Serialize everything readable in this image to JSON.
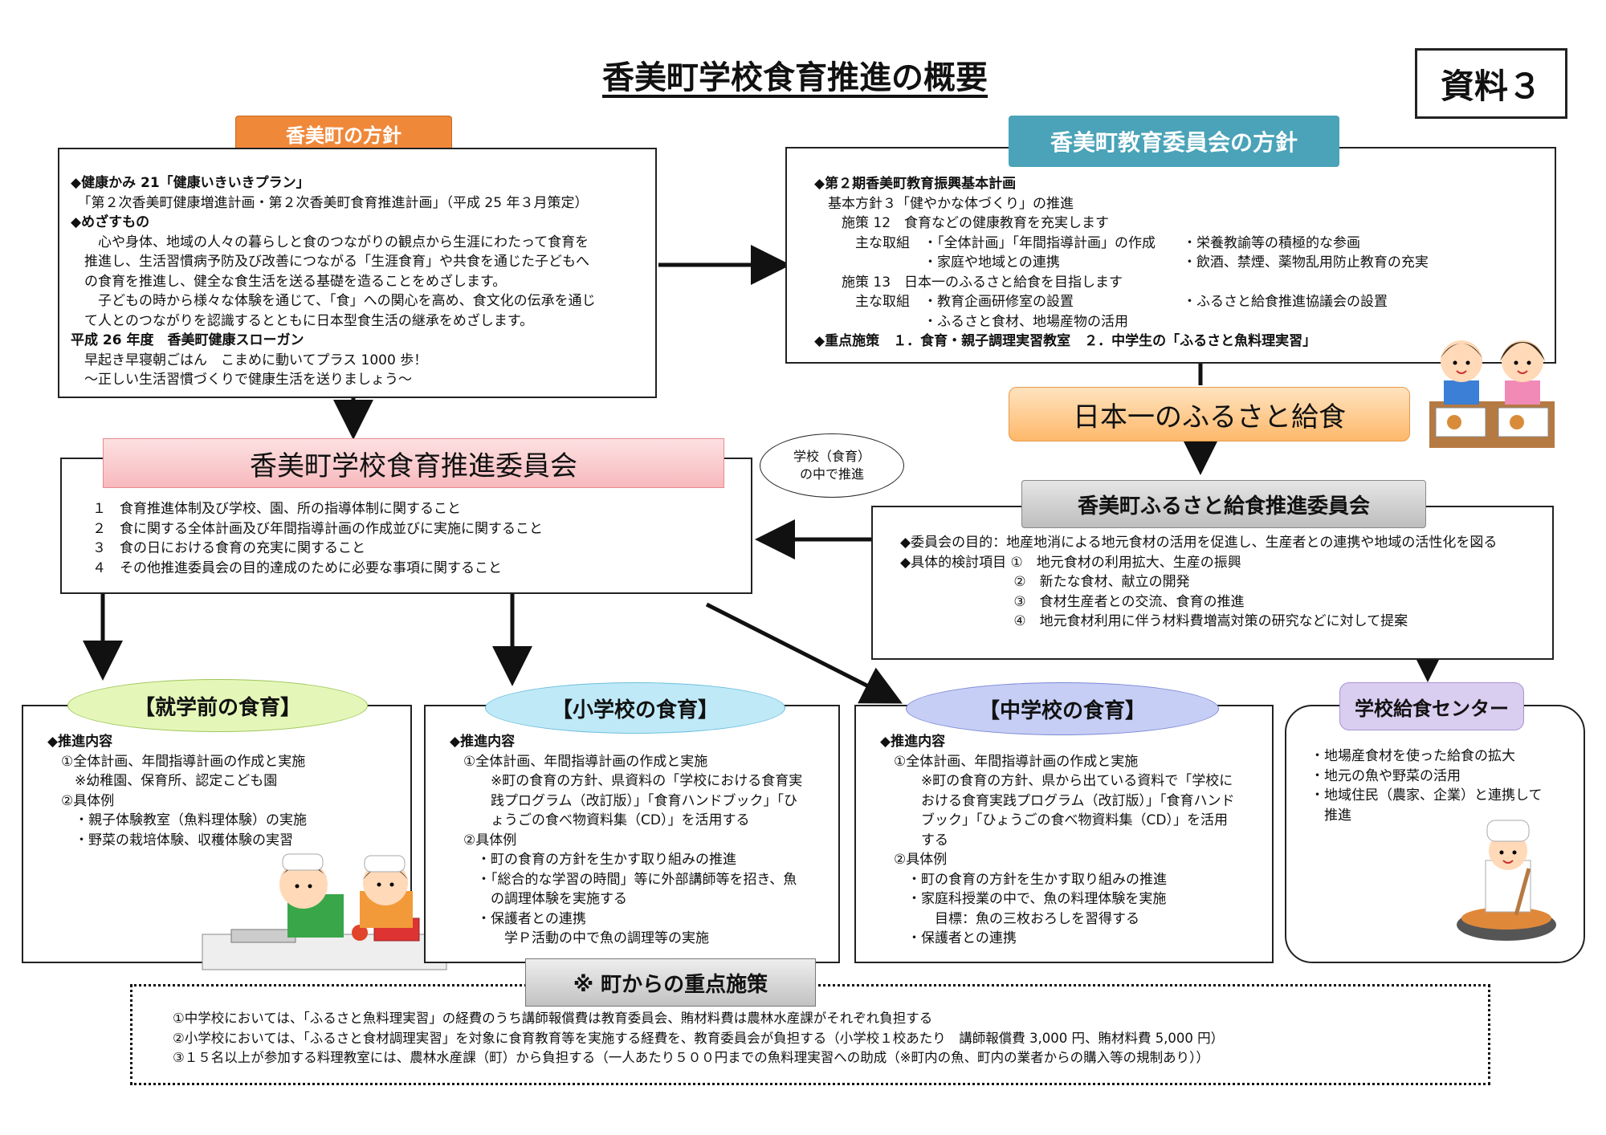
{
  "title": "香美町学校食育推進の概要",
  "doc_label": "資料３",
  "town_policy": {
    "header": "香美町の方針",
    "lines": [
      "◆健康かみ 21「健康いきいきプラン」",
      "　「第２次香美町健康増進計画・第２次香美町食育推進計画」（平成 25 年３月策定）",
      "◆めざすもの",
      "　　心や身体、地域の人々の暮らしと食のつながりの観点から生涯にわたって食育を",
      "　推進し、生活習慣病予防及び改善につながる「生涯食育」や共食を通じた子どもへ",
      "　の食育を推進し、健全な食生活を送る基礎を造ることをめざします。",
      "　　子どもの時から様々な体験を通じて、「食」への関心を高め、食文化の伝承を通じ",
      "　て人とのつながりを認識するとともに日本型食生活の継承をめざします。",
      "平成 26 年度　香美町健康スローガン",
      "　早起き早寝朝ごはん　こまめに動いてプラス 1000 歩！",
      "　～正しい生活習慣づくりで健康生活を送りましょう～"
    ]
  },
  "board_policy": {
    "header": "香美町教育委員会の方針",
    "lines": [
      "◆第２期香美町教育振興基本計画",
      "　基本方針３「健やかな体づくり」の推進",
      "　　施策 12　食育などの健康教育を充実します",
      "　　　主な取組　・「全体計画」「年間指導計画」の作成　　・栄養教諭等の積極的な参画",
      "　　　　　　　　・家庭や地域との連携　　　　　　　　　・飲酒、禁煙、薬物乱用防止教育の充実",
      "　　施策 13　日本一のふるさと給食を目指します",
      "　　　主な取組　・教育企画研修室の設置　　　　　　　　・ふるさと給食推進協議会の設置",
      "　　　　　　　　・ふるさと食材、地場産物の活用",
      "◆重点施策　１．食育・親子調理実習教室　２．中学生の「ふるさと魚料理実習」"
    ]
  },
  "furusato_banner": "日本一のふるさと給食",
  "committee": {
    "header": "香美町学校食育推進委員会",
    "items": [
      "１　食育推進体制及び学校、園、所の指導体制に関すること",
      "２　食に関する全体計画及び年間指導計画の作成並びに実施に関すること",
      "３　食の日における食育の充実に関すること",
      "４　その他推進委員会の目的達成のために必要な事項に関すること"
    ]
  },
  "oval_note": "学校（食育）\nの中で推進",
  "kyushoku_committee": {
    "header": "香美町ふるさと給食推進委員会",
    "lines": [
      "◆委員会の目的：地産地消による地元食材の活用を促進し、生産者との連携や地域の活性化を図る",
      "",
      "◆具体的検討項目 ①　地元食材の利用拡大、生産の振興",
      "　　　　　　　　 ②　新たな食材、献立の開発",
      "　　　　　　　　 ③　食材生産者との交流、食育の推進",
      "　　　　　　　　 ④　地元食材利用に伴う材料費増嵩対策の研究などに対して提案"
    ]
  },
  "preschool": {
    "header": "【就学前の食育】",
    "lines": [
      "◆推進内容",
      "　①全体計画、年間指導計画の作成と実施",
      "　　※幼稚園、保育所、認定こども園",
      "　②具体例",
      "　　・親子体験教室（魚料理体験）の実施",
      "　　・野菜の栽培体験、収穫体験の実習"
    ]
  },
  "elementary": {
    "header": "【小学校の食育】",
    "lines": [
      "◆推進内容",
      "　①全体計画、年間指導計画の作成と実施",
      "　　　※町の食育の方針、県資料の「学校における食育実",
      "　　　践プログラム（改訂版）」「食育ハンドブック」「ひ",
      "　　　ょうごの食べ物資料集（CD）」を活用する",
      "　②具体例",
      "　　・町の食育の方針を生かす取り組みの推進",
      "　　・「総合的な学習の時間」等に外部講師等を招き、魚",
      "　　　の調理体験を実施する",
      "　　・保護者との連携",
      "　　　　学Ｐ活動の中で魚の調理等の実施"
    ]
  },
  "junior_high": {
    "header": "【中学校の食育】",
    "lines": [
      "◆推進内容",
      "　①全体計画、年間指導計画の作成と実施",
      "　　　※町の食育の方針、県から出ている資料で「学校に",
      "　　　おける食育実践プログラム（改訂版）」「食育ハンド",
      "　　　ブック」「ひょうごの食べ物資料集（CD）」を活用",
      "　　　する",
      "　②具体例",
      "　　・町の食育の方針を生かす取り組みの推進",
      "　　・家庭科授業の中で、魚の料理体験を実施",
      "　　　　目標：魚の三枚おろしを習得する",
      "　　・保護者との連携"
    ]
  },
  "lunch_center": {
    "header": "学校給食センター",
    "lines": [
      "・地場産食材を使った給食の拡大",
      "・地元の魚や野菜の活用",
      "・地域住民（農家、企業）と連携して",
      "　推進"
    ]
  },
  "town_measures": {
    "header": "※ 町からの重点施策",
    "lines": [
      "①中学校においては、「ふるさと魚料理実習」の経費のうち講師報償費は教育委員会、賄材料費は農林水産課がそれぞれ負担する",
      "②小学校においては、「ふるさと食材調理実習」を対象に食育教育等を実施する経費を、教育委員会が負担する（小学校１校あたり　講師報償費 3,000 円、賄材料費 5,000 円）",
      "③１５名以上が参加する料理教室には、農林水産課（町）から負担する（一人あたり５００円までの魚料理実習への助成（※町内の魚、町内の業者からの購入等の規制あり））"
    ]
  },
  "colors": {
    "orange_tag": "#f0883a",
    "teal_tag": "#4aa3b8",
    "pink_banner": "#f9c9cc",
    "peach_banner": "#fdc98a",
    "gray_tag": "#c9c9c9",
    "green_ellipse": "#e4f7b8",
    "blue_ellipse": "#bfe9f7",
    "lavender_ellipse": "#c6cef5",
    "purple_tag": "#d9cdf0"
  },
  "illustrations": [
    "children-eating-icon",
    "children-cooking-icon",
    "lunch-cook-icon"
  ]
}
